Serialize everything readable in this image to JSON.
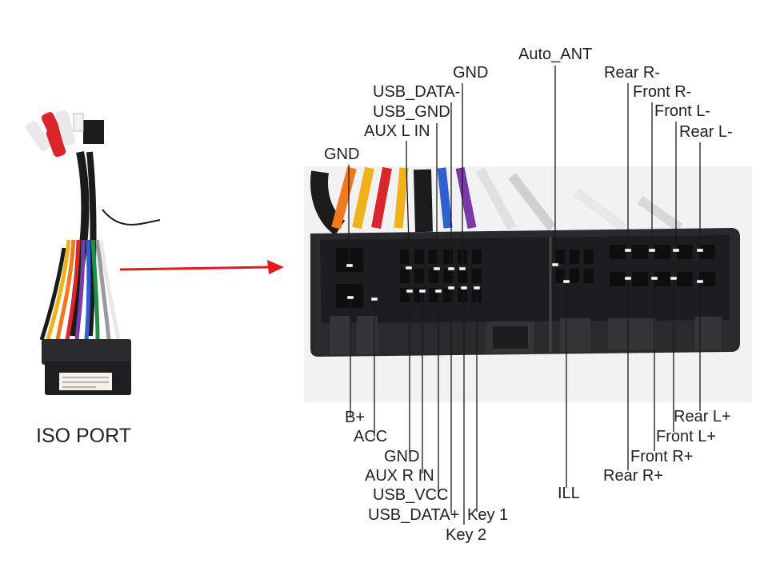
{
  "iso_caption": "ISO PORT",
  "colors": {
    "arrow": "#e51b1b",
    "connector_body": "#2a2a2d",
    "wire_black": "#1b1b1b",
    "wire_red": "#d9262b",
    "wire_yellow": "#f0b21b",
    "wire_orange": "#ee7a1d",
    "wire_blue": "#2f5fd0",
    "wire_purple": "#7a3aa8",
    "wire_green": "#1f8f4a",
    "wire_white": "#e8e8e8",
    "wire_grey": "#9a9a9a"
  },
  "top_labels": [
    {
      "id": "gnd-left",
      "text": "GND"
    },
    {
      "id": "aux-l-in",
      "text": "AUX L IN"
    },
    {
      "id": "usb-gnd",
      "text": "USB_GND"
    },
    {
      "id": "usb-data-minus",
      "text": "USB_DATA-"
    },
    {
      "id": "gnd-top",
      "text": "GND"
    },
    {
      "id": "auto-ant",
      "text": "Auto_ANT"
    },
    {
      "id": "rear-r-minus",
      "text": "Rear R-"
    },
    {
      "id": "front-r-minus",
      "text": "Front R-"
    },
    {
      "id": "front-l-minus",
      "text": "Front L-"
    },
    {
      "id": "rear-l-minus",
      "text": "Rear L-"
    }
  ],
  "bottom_labels": [
    {
      "id": "b-plus",
      "text": "B+"
    },
    {
      "id": "acc",
      "text": "ACC"
    },
    {
      "id": "gnd-bottom",
      "text": "GND"
    },
    {
      "id": "aux-r-in",
      "text": "AUX R IN"
    },
    {
      "id": "usb-vcc",
      "text": "USB_VCC"
    },
    {
      "id": "usb-data-plus",
      "text": "USB_DATA+"
    },
    {
      "id": "key-1",
      "text": "Key 1"
    },
    {
      "id": "key-2",
      "text": "Key 2"
    },
    {
      "id": "ill",
      "text": "ILL"
    },
    {
      "id": "rear-l-plus",
      "text": "Rear L+"
    },
    {
      "id": "front-l-plus",
      "text": "Front L+"
    },
    {
      "id": "front-r-plus",
      "text": "Front R+"
    },
    {
      "id": "rear-r-plus",
      "text": "Rear R+"
    }
  ]
}
